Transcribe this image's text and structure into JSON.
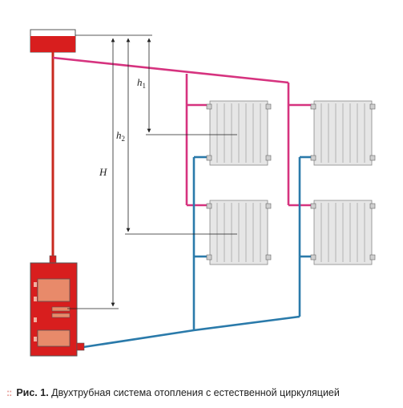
{
  "labels": {
    "h1": "h",
    "h1_sub": "1",
    "h2": "h",
    "h2_sub": "2",
    "H": "H"
  },
  "caption": {
    "bullet": "::",
    "figure": "Рис. 1.",
    "text": "Двухтрубная система отопления с естественной циркуляцией"
  },
  "colors": {
    "supply": "#d6337f",
    "return": "#2a7aaa",
    "boiler": "#d81e1e",
    "riser": "#c8291f",
    "radiator": "#e4e4e4"
  }
}
